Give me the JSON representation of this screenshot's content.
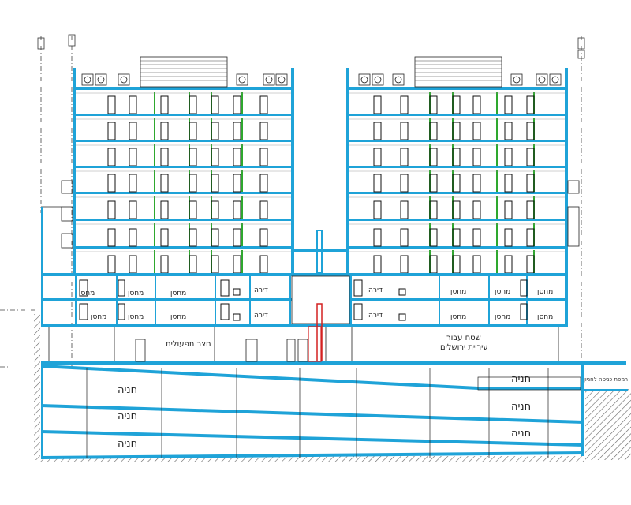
{
  "drawing": {
    "type": "architectural-section",
    "colors": {
      "structure": "#1fa3d8",
      "partition": "#2ea82e",
      "outline": "#111111",
      "accent_red": "#d42020",
      "earth_hatch": "#555555"
    }
  },
  "labels": {
    "storage": "מחסן",
    "apartment": "דירה",
    "service_yard": "חצר תפעולית",
    "public_passage_line1": "שטח עבור",
    "public_passage_line2": "עיריית ירושלים",
    "parking": "חניה",
    "ramp_entrance": "רמפת כניסה לחניון"
  }
}
